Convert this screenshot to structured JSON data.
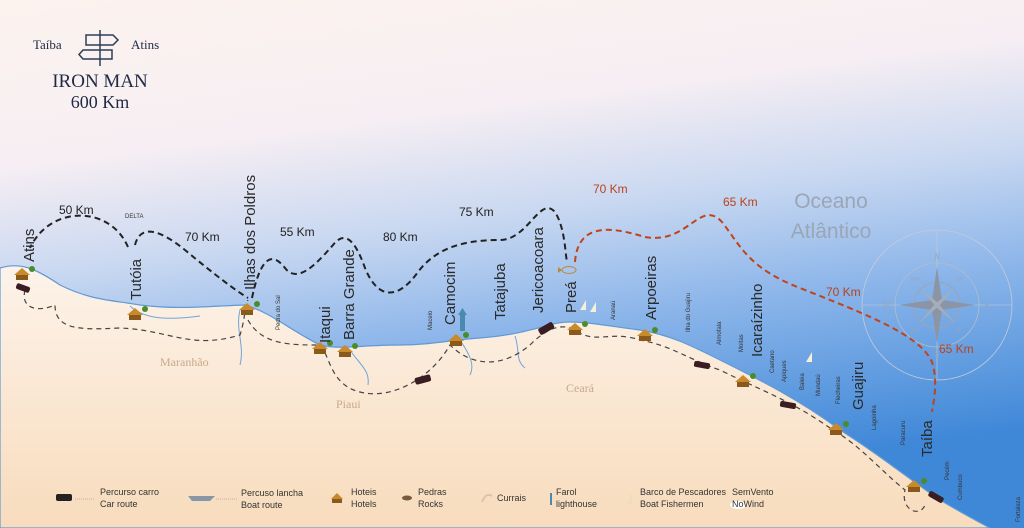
{
  "title": {
    "from": "Taíba",
    "to": "Atins",
    "name": "IRON MAN",
    "distance": "600 Km"
  },
  "ocean": [
    "Oceano",
    "Atlântico"
  ],
  "states": [
    "Maranhão",
    "Piaui",
    "Ceará"
  ],
  "places_major": [
    "Atins",
    "Tutóia",
    "Ilhas dos Poldros",
    "Itaqui",
    "Barra Grande",
    "Camocim",
    "Tatajuba",
    "Jericoacoara",
    "Preá",
    "Arpoeiras",
    "Icaraízinho",
    "Guajiru",
    "Taíba"
  ],
  "places_minor": [
    "DELTA",
    "Pedra do Sal",
    "Maceio",
    "Aranaú",
    "Ilha do Guajiru",
    "Almofala",
    "Moitas",
    "Caetano",
    "Apiques",
    "Baleia",
    "Mundaú",
    "Flecheiras",
    "Lagoinha",
    "Paracuru",
    "Pecém",
    "Cumbuco",
    "Fortaleza"
  ],
  "distances": [
    "50 Km",
    "70 Km",
    "55 Km",
    "80 Km",
    "75 Km"
  ],
  "distances_red": [
    "70 Km",
    "65 Km",
    "70 Km",
    "65 Km"
  ],
  "compass": [
    "N",
    "NE",
    "E",
    "SE",
    "S",
    "SW",
    "W",
    "NW"
  ],
  "legend": [
    {
      "icon": "car-icon",
      "line1": "Percurso carro",
      "line2": "Car route"
    },
    {
      "icon": "boat-icon",
      "line1": "Percuso lancha",
      "line2": "Boat route"
    },
    {
      "icon": "hotel-icon",
      "line1": "Hoteis",
      "line2": "Hotels"
    },
    {
      "icon": "rocks-icon",
      "line1": "Pedras",
      "line2": "Rocks"
    },
    {
      "icon": "corral-icon",
      "line1": "Currais",
      "line2": ""
    },
    {
      "icon": "lighthouse-icon",
      "line1": "Farol",
      "line2": "lighthouse"
    },
    {
      "icon": "sailboat-icon",
      "line1": "Barco de Pescadores",
      "line2": "Boat Fishermen"
    },
    {
      "icon": "nowind-icon",
      "line1": "SemVento",
      "line2": "NoWind"
    }
  ],
  "colors": {
    "sea": "#4a8fd8",
    "land": "#f7e2c9",
    "route": "#222222",
    "route_red": "#c0431a"
  }
}
